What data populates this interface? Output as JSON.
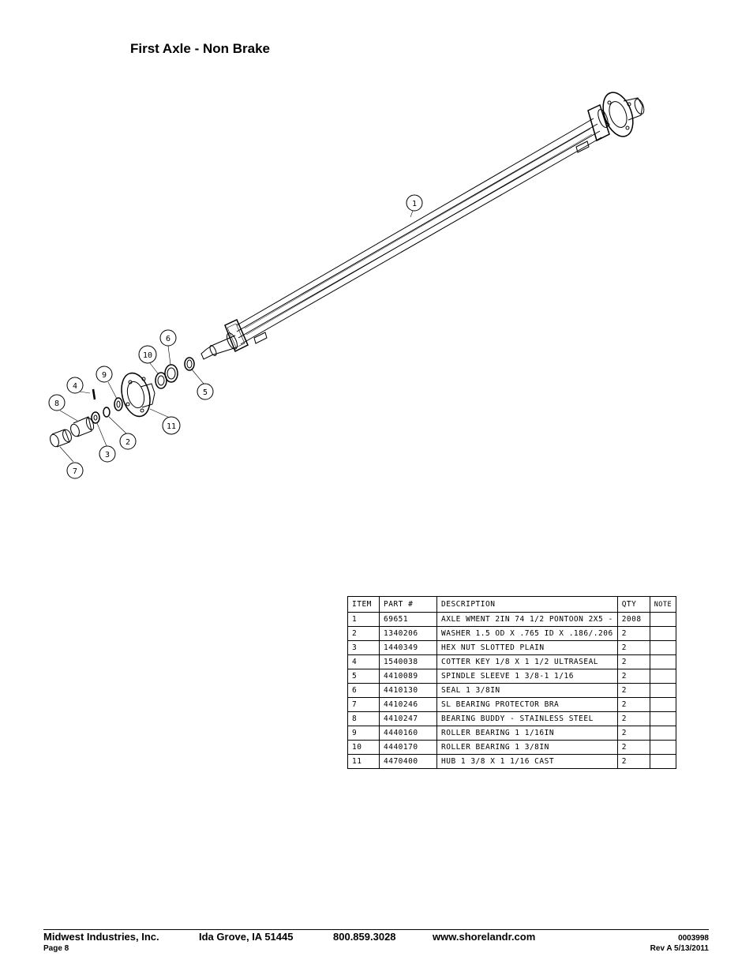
{
  "title": "First Axle - Non Brake",
  "callouts": [
    "1",
    "2",
    "3",
    "4",
    "5",
    "6",
    "7",
    "8",
    "9",
    "10",
    "11"
  ],
  "table": {
    "headers": [
      "ITEM",
      "PART #",
      "DESCRIPTION",
      "QTY",
      "NOTE"
    ],
    "rows": [
      [
        "1",
        "69651",
        "AXLE WMENT 2IN  74 1/2 PONTOON 2X5 -",
        "2008",
        ""
      ],
      [
        "2",
        "1340206",
        "WASHER 1.5 OD X .765 ID X .186/.206",
        "2",
        ""
      ],
      [
        "3",
        "1440349",
        "HEX NUT SLOTTED PLAIN",
        "2",
        ""
      ],
      [
        "4",
        "1540038",
        "COTTER KEY 1/8 X 1 1/2 ULTRASEAL",
        "2",
        ""
      ],
      [
        "5",
        "4410089",
        "SPINDLE SLEEVE  1 3/8-1 1/16",
        "2",
        ""
      ],
      [
        "6",
        "4410130",
        "SEAL  1 3/8IN",
        "2",
        ""
      ],
      [
        "7",
        "4410246",
        "SL BEARING PROTECTOR BRA",
        "2",
        ""
      ],
      [
        "8",
        "4410247",
        "BEARING BUDDY - STAINLESS STEEL",
        "2",
        ""
      ],
      [
        "9",
        "4440160",
        "ROLLER BEARING   1 1/16IN",
        "2",
        ""
      ],
      [
        "10",
        "4440170",
        "ROLLER BEARING   1 3/8IN",
        "2",
        ""
      ],
      [
        "11",
        "4470400",
        "HUB  1 3/8 X 1 1/16 CAST",
        "2",
        ""
      ]
    ]
  },
  "footer": {
    "company": "Midwest Industries, Inc.",
    "location": "Ida Grove, IA  51445",
    "phone": "800.859.3028",
    "website": "www.shorelandr.com",
    "page": "Page 8",
    "doc_number": "0003998",
    "revision": "Rev A  5/13/2011"
  }
}
